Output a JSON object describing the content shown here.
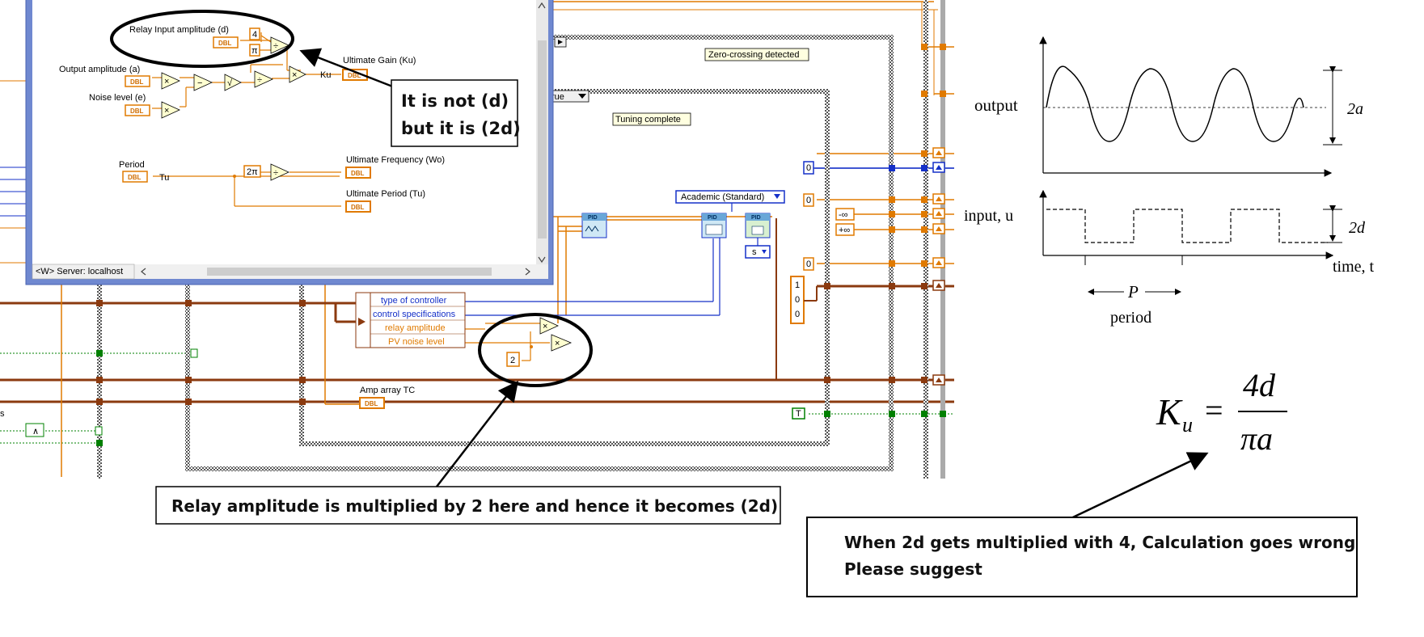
{
  "window": {
    "status_bar": "<W> Server: localhost"
  },
  "subvi": {
    "relay_input_label": "Relay Input amplitude (d)",
    "output_amp_label": "Output amplitude (a)",
    "noise_label": "Noise level (e)",
    "ultimate_gain_label": "Ultimate Gain (Ku)",
    "ku_label": "Ku",
    "period_label": "Period",
    "tu_label": "Tu",
    "ultimate_freq_label": "Ultimate Frequency (Wo)",
    "ultimate_period_label": "Ultimate Period (Tu)",
    "const_4": "4",
    "const_pi": "π",
    "const_2pi": "2π",
    "dbl": "DBL"
  },
  "diagram": {
    "zero_crossing": "Zero-crossing detected",
    "tuning_complete": "Tuning complete",
    "true_selector": "rue",
    "academic_dropdown": "Academic (Standard)",
    "units_dropdown": "s",
    "pid": "PID",
    "bundle_items": [
      "type of controller",
      "control specifications",
      "relay amplitude",
      "PV noise level"
    ],
    "amp_array_label": "Amp array TC",
    "const_2": "2",
    "const_0": "0",
    "const_1": "1",
    "neg_inf": "-∞",
    "pos_inf": "+∞",
    "true_const": "T",
    "left_s": "s"
  },
  "callouts": {
    "not_d_line1": "It is not (d)",
    "not_d_line2": "but it is (2d)",
    "relay_multiplied": "Relay amplitude is multiplied by 2 here and hence it becomes (2d)",
    "question_line1": "When 2d gets multiplied with 4, Calculation goes wrong",
    "question_line2": "Please suggest"
  },
  "plot": {
    "output_label": "output",
    "two_a": "2a",
    "input_label": "input, u",
    "two_d": "2d",
    "time_label": "time, t",
    "p_label": "P",
    "period_label": "period",
    "formula_ku": "K",
    "formula_sub": "u",
    "formula_eq": "=",
    "formula_num": "4d",
    "formula_den": "πa"
  },
  "colors": {
    "orange_wire": "#e07a00",
    "blue_wire": "#1530c8",
    "green_wire": "#008000",
    "brown_wire": "#8b3a0f",
    "window_frame": "#6f88d0"
  }
}
